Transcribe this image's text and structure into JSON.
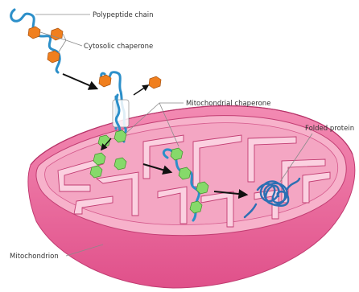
{
  "labels": {
    "polypeptide_chain": "Polypeptide chain",
    "cytosolic_chaperone": "Cytosolic chaperone",
    "mitochondrial_chaperone": "Mitochondrial chaperone",
    "folded_protein": "Folded protein",
    "mitochondrion": "Mitochondrion"
  },
  "colors": {
    "outer_membrane": "#f07aa6",
    "outer_membrane_dark": "#e2568a",
    "intermembrane": "#f6a9c6",
    "matrix": "#f3b3cd",
    "cristae": "#fbd3e2",
    "polypeptide": "#2c8fc9",
    "cytosolic_chaperone": "#f07f1e",
    "mitochondrial_chaperone": "#86d96a",
    "arrow": "#111111"
  }
}
